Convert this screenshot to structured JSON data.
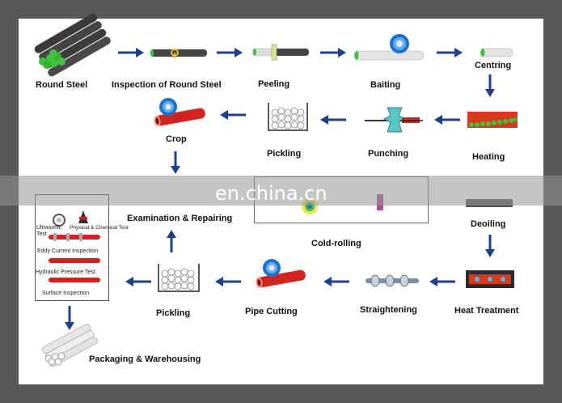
{
  "labels": {
    "round_steel": "Round Steel",
    "inspection_round_steel": "Inspection of Round Steel",
    "peeling": "Peeling",
    "baiting": "Baiting",
    "centring": "Centring",
    "heating": "Heating",
    "punching": "Punching",
    "pickling_top": "Pickling",
    "crop": "Crop",
    "examination_repairing": "Examination & Repairing",
    "cold_rolling": "Cold-rolling",
    "deoiling": "Deoiling",
    "heat_treatment": "Heat Treatment",
    "straightening": "Straightening",
    "pipe_cutting": "Pipe Cutting",
    "pickling_bottom": "Pickling",
    "packaging_warehousing": "Packaging & Warehousing"
  },
  "inspection_box": {
    "ultrasonic": "Ultrasonic\nTest",
    "physical_chemical": "Physical & Chemical Test",
    "eddy_current": "Eddy Current Inspection",
    "hydraulic_pressure": "Hydraulic Pressure Test",
    "surface": "Surface Inspection"
  },
  "watermark": "en.china.cn",
  "colors": {
    "arrow": "#1e3f8c",
    "steel_dark": "#3c3c3c",
    "steel_green": "#3ec43e",
    "pipe_red": "#d2231e",
    "heating_red": "#d83a1a",
    "disc_blue": "#1f6fd0"
  }
}
